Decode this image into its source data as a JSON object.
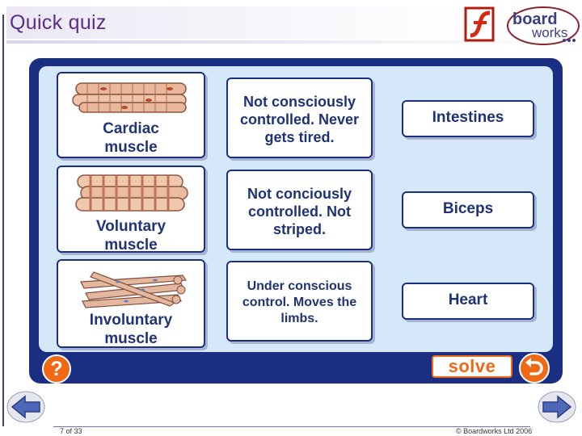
{
  "header": {
    "title": "Quick quiz"
  },
  "logo": {
    "line1": "board",
    "line2": "works"
  },
  "muscle_types": [
    {
      "label_lines": [
        "Cardiac",
        "muscle"
      ],
      "icon": "cardiac-muscle-tissue-icon"
    },
    {
      "label_lines": [
        "Voluntary",
        "muscle"
      ],
      "icon": "voluntary-muscle-tissue-icon"
    },
    {
      "label_lines": [
        "Involuntary",
        "muscle"
      ],
      "icon": "involuntary-muscle-tissue-icon"
    }
  ],
  "descriptions": [
    {
      "lines": [
        "Not consciously",
        "controlled. Never",
        "gets tired."
      ]
    },
    {
      "lines": [
        "Not conciously",
        "controlled. Not",
        "striped."
      ]
    },
    {
      "lines": [
        "Under conscious",
        "control. Moves the",
        "limbs."
      ]
    }
  ],
  "organs": [
    {
      "label": "Intestines"
    },
    {
      "label": "Biceps"
    },
    {
      "label": "Heart"
    }
  ],
  "controls": {
    "help_label": "?",
    "solve_label": "solve",
    "undo_icon": "undo-arrow-icon"
  },
  "footer": {
    "slide_counter": "7 of 33",
    "copyright": "© Boardworks Ltd 2006"
  },
  "colors": {
    "accent": "#f06a16",
    "frame": "#1b2f82",
    "panel": "#d4e8fa",
    "title": "#5b2c8c"
  }
}
